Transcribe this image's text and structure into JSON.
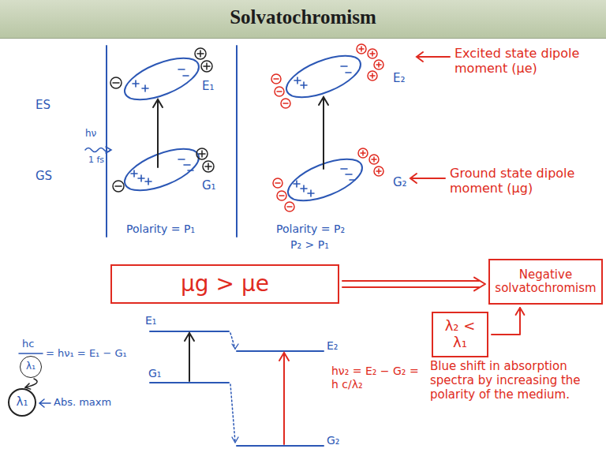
{
  "diagram": {
    "title": "Solvatochromism",
    "nodes": [
      {
        "text": [
          "μg > μe"
        ]
      },
      {
        "text": [
          "Negative solvatochromism"
        ]
      },
      {
        "text": [
          "λ₂ < λ₁"
        ]
      },
      {
        "text": [
          "λ₁"
        ]
      },
      {
        "text": [
          "λ₁"
        ]
      }
    ],
    "edges": [
      {
        "from": 0,
        "to": 1,
        "arrow": "to"
      },
      {
        "from": 2,
        "to": 1,
        "arrow": "to"
      },
      {
        "from": 3,
        "to": 4,
        "arrow": "to"
      }
    ],
    "labels": [
      "ES",
      "GS",
      "E₁",
      "G₁",
      "hν",
      "1 fs",
      "Polarity = P₁",
      "E₂",
      "G₂",
      "Polarity = P₂",
      "P₂ > P₁",
      "Excited state dipole moment (μe)",
      "Ground state dipole moment (μg)",
      "E₁",
      "G₁",
      "E₂",
      "G₂",
      "hc",
      "= hν₁ = E₁ − G₁",
      "Abs. maxm",
      "hν₂ = E₂ − G₂ = h c/λ₂",
      "Blue shift in absorption spectra by increasing the polarity of the medium."
    ]
  }
}
